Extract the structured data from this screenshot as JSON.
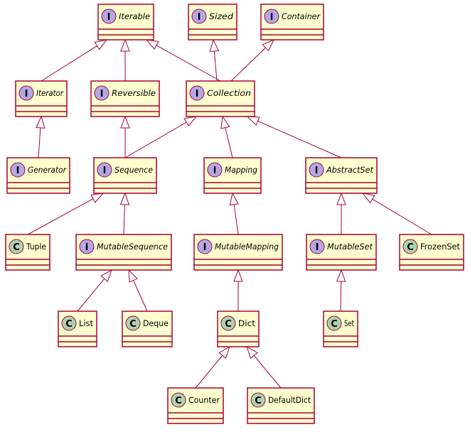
{
  "colors": {
    "box_fill": "#FEFECE",
    "border": "#A80036",
    "interface_badge": "#B4A7E5",
    "class_badge": "#ADD1B2"
  },
  "nodes": [
    {
      "id": "iterable",
      "label": "Iterable",
      "kind": "interface",
      "badge": "I"
    },
    {
      "id": "sized",
      "label": "Sized",
      "kind": "interface",
      "badge": "I"
    },
    {
      "id": "container",
      "label": "Container",
      "kind": "interface",
      "badge": "I"
    },
    {
      "id": "iterator",
      "label": "Iterator",
      "kind": "interface",
      "badge": "I"
    },
    {
      "id": "reversible",
      "label": "Reversible",
      "kind": "interface",
      "badge": "I"
    },
    {
      "id": "collection",
      "label": "Collection",
      "kind": "interface",
      "badge": "I"
    },
    {
      "id": "generator",
      "label": "Generator",
      "kind": "interface",
      "badge": "I"
    },
    {
      "id": "sequence",
      "label": "Sequence",
      "kind": "interface",
      "badge": "I"
    },
    {
      "id": "mapping",
      "label": "Mapping",
      "kind": "interface",
      "badge": "I"
    },
    {
      "id": "abstractset",
      "label": "AbstractSet",
      "kind": "interface",
      "badge": "I"
    },
    {
      "id": "tuple",
      "label": "Tuple",
      "kind": "class",
      "badge": "C"
    },
    {
      "id": "mutablesequence",
      "label": "MutableSequence",
      "kind": "interface",
      "badge": "I"
    },
    {
      "id": "mutablemapping",
      "label": "MutableMapping",
      "kind": "interface",
      "badge": "I"
    },
    {
      "id": "mutableset",
      "label": "MutableSet",
      "kind": "interface",
      "badge": "I"
    },
    {
      "id": "frozenset",
      "label": "FrozenSet",
      "kind": "class",
      "badge": "C"
    },
    {
      "id": "list",
      "label": "List",
      "kind": "class",
      "badge": "C"
    },
    {
      "id": "deque",
      "label": "Deque",
      "kind": "class",
      "badge": "C"
    },
    {
      "id": "dict",
      "label": "Dict",
      "kind": "class",
      "badge": "C"
    },
    {
      "id": "set",
      "label": "Set",
      "kind": "class",
      "badge": "C"
    },
    {
      "id": "counter",
      "label": "Counter",
      "kind": "class",
      "badge": "C"
    },
    {
      "id": "defaultdict",
      "label": "DefaultDict",
      "kind": "class",
      "badge": "C"
    }
  ],
  "edges": [
    {
      "from": "iterator",
      "to": "iterable"
    },
    {
      "from": "reversible",
      "to": "iterable"
    },
    {
      "from": "collection",
      "to": "iterable"
    },
    {
      "from": "collection",
      "to": "sized"
    },
    {
      "from": "collection",
      "to": "container"
    },
    {
      "from": "generator",
      "to": "iterator"
    },
    {
      "from": "sequence",
      "to": "reversible"
    },
    {
      "from": "sequence",
      "to": "collection"
    },
    {
      "from": "mapping",
      "to": "collection"
    },
    {
      "from": "abstractset",
      "to": "collection"
    },
    {
      "from": "tuple",
      "to": "sequence"
    },
    {
      "from": "mutablesequence",
      "to": "sequence"
    },
    {
      "from": "mutablemapping",
      "to": "mapping"
    },
    {
      "from": "mutableset",
      "to": "abstractset"
    },
    {
      "from": "frozenset",
      "to": "abstractset"
    },
    {
      "from": "list",
      "to": "mutablesequence"
    },
    {
      "from": "deque",
      "to": "mutablesequence"
    },
    {
      "from": "dict",
      "to": "mutablemapping"
    },
    {
      "from": "set",
      "to": "mutableset"
    },
    {
      "from": "counter",
      "to": "dict"
    },
    {
      "from": "defaultdict",
      "to": "dict"
    }
  ]
}
